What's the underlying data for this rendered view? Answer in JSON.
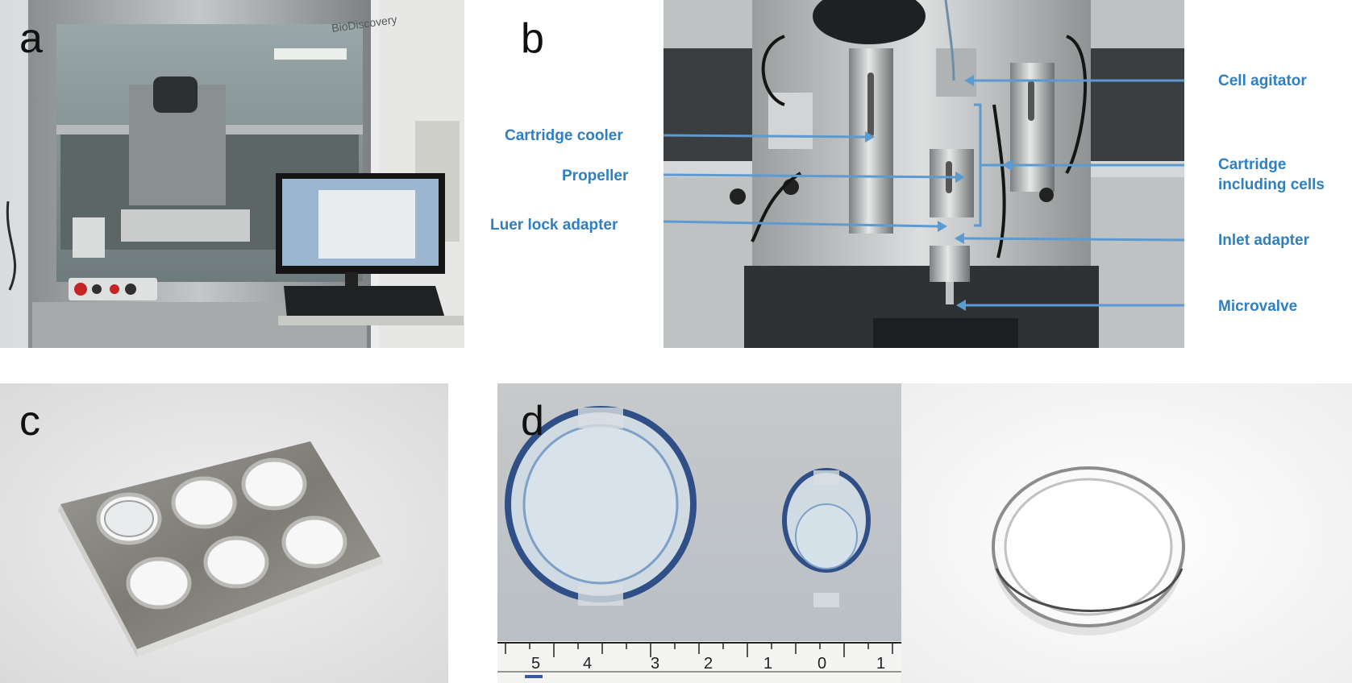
{
  "panels": {
    "a": {
      "letter": "a",
      "brand_text": "BioDiscovery"
    },
    "b": {
      "letter": "b",
      "labels": {
        "cell_agitator": "Cell agitator",
        "cartridge_cooler": "Cartridge cooler",
        "propeller": "Propeller",
        "cartridge_line1": "Cartridge",
        "cartridge_line2": "including cells",
        "luer_lock_adapter": "Luer lock adapter",
        "inlet_adapter": "Inlet adapter",
        "microvalve": "Microvalve"
      },
      "label_color": "#2f7fc1"
    },
    "c": {
      "letter": "c"
    },
    "d": {
      "letter": "d",
      "ruler_labels": [
        "5",
        "4",
        "3",
        "2",
        "1",
        "0",
        "1"
      ]
    }
  }
}
